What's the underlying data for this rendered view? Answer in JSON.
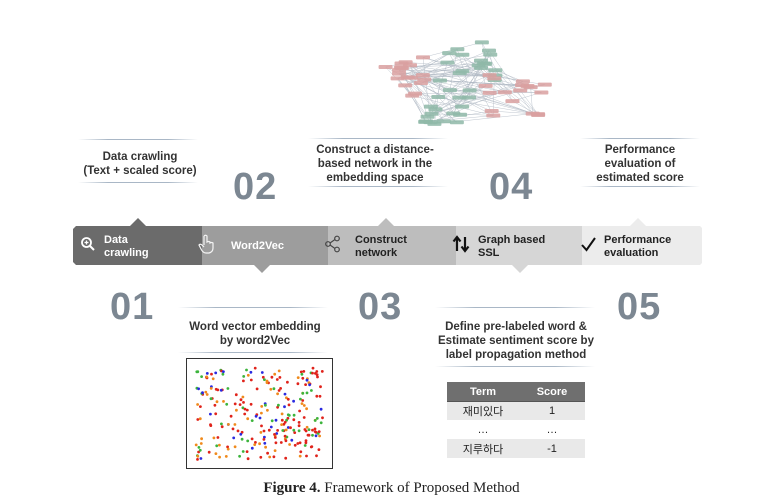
{
  "steps": [
    {
      "num": "01",
      "label": "Data\ncrawling",
      "icon": "magnifier-icon",
      "description": "Data crawling\n(Text + scaled score)"
    },
    {
      "num": "02",
      "label": "Word2Vec",
      "icon": "hand-pointer-icon",
      "description": "Word vector embedding\nby word2Vec"
    },
    {
      "num": "03",
      "label": "Construct\nnetwork",
      "icon": "share-network-icon",
      "description": "Construct a distance-\nbased network in the\nembedding space"
    },
    {
      "num": "04",
      "label": "Graph based\nSSL",
      "icon": "up-down-arrows-icon",
      "description": "Define pre-labeled word &\nEstimate sentiment score by\nlabel propagation method"
    },
    {
      "num": "05",
      "label": "Performance\nevaluation",
      "icon": "checkmark-icon",
      "description": "Performance\nevaluation of\nestimated score"
    }
  ],
  "colors": {
    "step1": "#6b6b6b",
    "step2": "#9d9d9d",
    "step3": "#bdbdbd",
    "step4": "#d6d6d6",
    "step5": "#ececec",
    "number": "#7c8792",
    "rule": "#a9b7c6",
    "table_header": "#6f6f6f",
    "table_row": "#e9e9e9"
  },
  "score_table": {
    "headers": [
      "Term",
      "Score"
    ],
    "rows": [
      [
        "재미있다",
        "1"
      ],
      [
        "…",
        "…"
      ],
      [
        "지루하다",
        "-1"
      ]
    ]
  },
  "caption": {
    "bold": "Figure 4.",
    "text": " Framework of Proposed Method"
  }
}
